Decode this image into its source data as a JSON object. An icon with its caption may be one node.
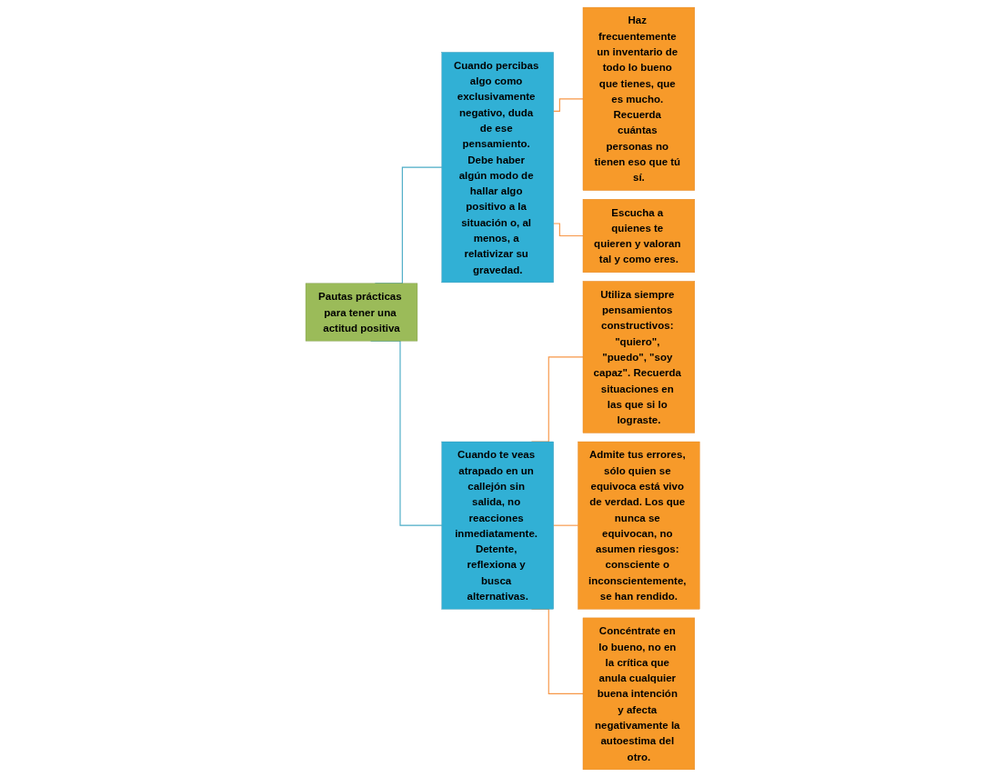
{
  "diagram": {
    "nodes": [
      {
        "text": [
          "Pautas prácticas para tener una actitud positiva"
        ]
      },
      {
        "text": [
          "Cuando percibas algo como exclusivamente negativo, duda de ese pensamiento. Debe haber algún modo de hallar algo positivo a la situación o, al menos, a relativizar su gravedad."
        ]
      },
      {
        "text": [
          "Haz frecuentemente un inventario de todo lo bueno que tienes, que es mucho. Recuerda cuántas personas no tienen eso que tú sí."
        ]
      },
      {
        "text": [
          "Escucha a quienes te quieren y valoran tal y como eres."
        ]
      },
      {
        "text": [
          "Cuando te veas atrapado en un callejón sin salida, no reacciones inmediatamente. Detente, reflexiona y busca alternativas."
        ]
      },
      {
        "text": [
          "Utiliza siempre pensamientos constructivos: \"quiero\", \"puedo\", \"soy capaz\". Recuerda situaciones en las que si lo lograste."
        ]
      },
      {
        "text": [
          "Admite tus errores, sólo quien se equivoca está vivo de verdad. Los que nunca se equivocan, no asumen riesgos: consciente o inconscientemente, se han rendido."
        ]
      },
      {
        "text": [
          "Concéntrate en lo bueno, no en la crítica que anula cualquier buena intención y afecta negativamente la autoestima del otro."
        ]
      }
    ],
    "edges": [
      {
        "from": 0,
        "to": 1,
        "arrow": "none",
        "color": "#4bacc6"
      },
      {
        "from": 0,
        "to": 4,
        "arrow": "none",
        "color": "#4bacc6"
      },
      {
        "from": 1,
        "to": 2,
        "arrow": "none"
      },
      {
        "from": 1,
        "to": 3,
        "arrow": "none"
      },
      {
        "from": 4,
        "to": 5,
        "arrow": "none"
      },
      {
        "from": 4,
        "to": 6,
        "arrow": "none"
      },
      {
        "from": 4,
        "to": 7,
        "arrow": "none"
      }
    ]
  }
}
